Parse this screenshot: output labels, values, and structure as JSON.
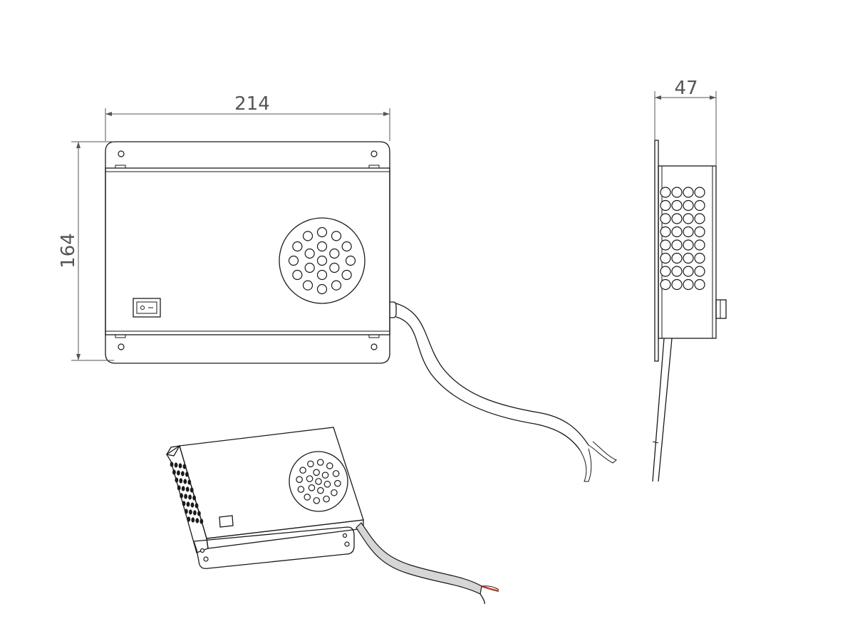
{
  "dimensions": {
    "width": "214",
    "height": "164",
    "depth": "47"
  },
  "colors": {
    "line": "#1a1a1a",
    "dimension": "#555555",
    "iso_top": "#dcdcdc",
    "iso_front": "#b9b9b9",
    "iso_side": "#a5a5a5",
    "cable": "#d6d6d6",
    "wire_red": "#c0392b"
  },
  "views": [
    "front-view",
    "side-view",
    "isometric-view"
  ]
}
